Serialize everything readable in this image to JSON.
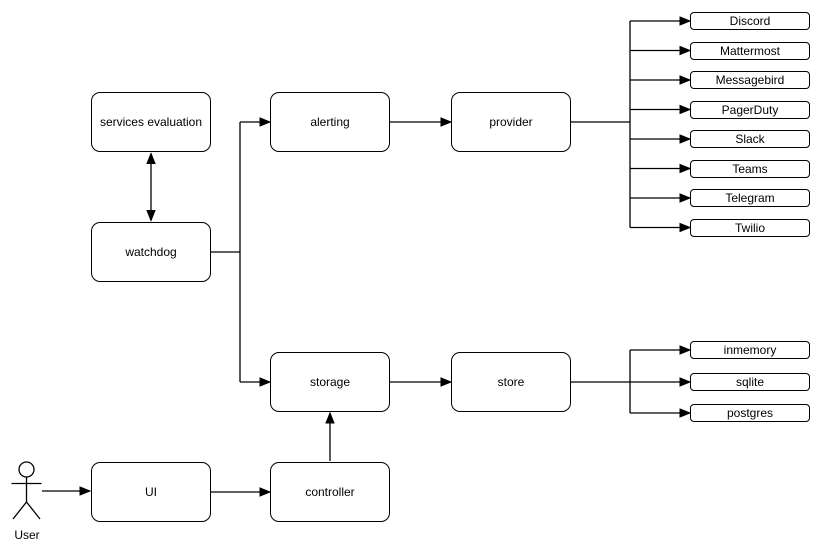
{
  "canvas": {
    "background": "#ffffff",
    "stroke_color": "#000000",
    "node_fill": "#ffffff",
    "text_color": "#000000"
  },
  "nodes": {
    "services_evaluation": {
      "label": "services evaluation"
    },
    "watchdog": {
      "label": "watchdog"
    },
    "alerting": {
      "label": "alerting"
    },
    "provider": {
      "label": "provider"
    },
    "storage": {
      "label": "storage"
    },
    "store": {
      "label": "store"
    },
    "ui": {
      "label": "UI"
    },
    "controller": {
      "label": "controller"
    },
    "user": {
      "label": "User"
    }
  },
  "provider_leaves": [
    "Discord",
    "Mattermost",
    "Messagebird",
    "PagerDuty",
    "Slack",
    "Teams",
    "Telegram",
    "Twilio"
  ],
  "store_leaves": [
    "inmemory",
    "sqlite",
    "postgres"
  ],
  "edges": [
    {
      "from": "watchdog",
      "to": "services evaluation",
      "direction": "bidirectional"
    },
    {
      "from": "watchdog",
      "to": "alerting",
      "direction": "forward"
    },
    {
      "from": "watchdog",
      "to": "storage",
      "direction": "forward"
    },
    {
      "from": "alerting",
      "to": "provider",
      "direction": "forward"
    },
    {
      "from": "provider",
      "to": "Discord",
      "direction": "forward"
    },
    {
      "from": "provider",
      "to": "Mattermost",
      "direction": "forward"
    },
    {
      "from": "provider",
      "to": "Messagebird",
      "direction": "forward"
    },
    {
      "from": "provider",
      "to": "PagerDuty",
      "direction": "forward"
    },
    {
      "from": "provider",
      "to": "Slack",
      "direction": "forward"
    },
    {
      "from": "provider",
      "to": "Teams",
      "direction": "forward"
    },
    {
      "from": "provider",
      "to": "Telegram",
      "direction": "forward"
    },
    {
      "from": "provider",
      "to": "Twilio",
      "direction": "forward"
    },
    {
      "from": "storage",
      "to": "store",
      "direction": "forward"
    },
    {
      "from": "store",
      "to": "inmemory",
      "direction": "forward"
    },
    {
      "from": "store",
      "to": "sqlite",
      "direction": "forward"
    },
    {
      "from": "store",
      "to": "postgres",
      "direction": "forward"
    },
    {
      "from": "controller",
      "to": "storage",
      "direction": "forward"
    },
    {
      "from": "UI",
      "to": "controller",
      "direction": "forward"
    },
    {
      "from": "User",
      "to": "UI",
      "direction": "forward"
    }
  ]
}
